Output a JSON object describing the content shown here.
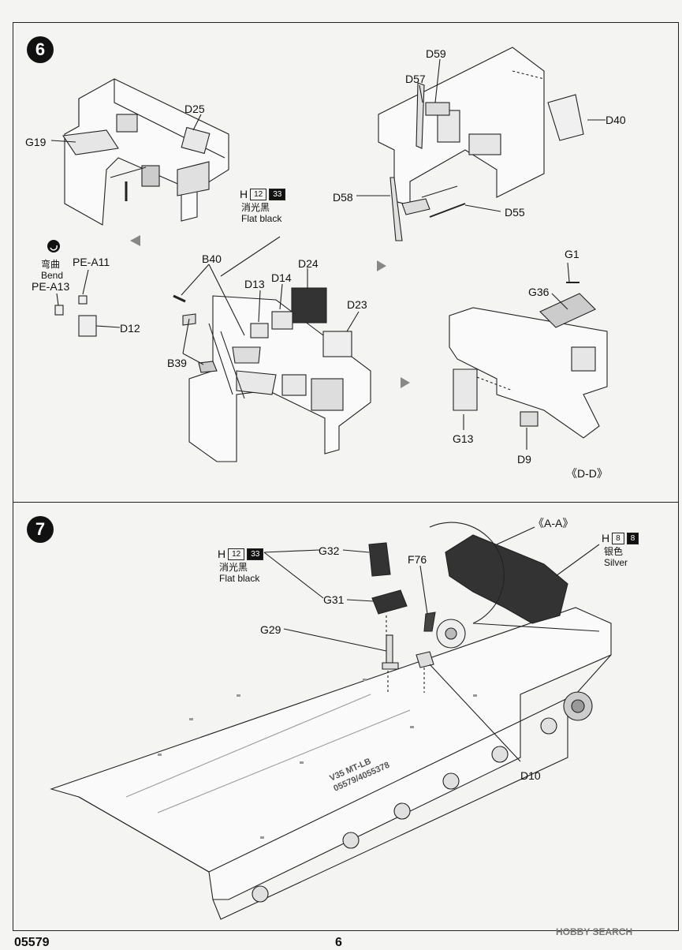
{
  "footer": {
    "code": "05579",
    "page": "6",
    "watermark": "HOBBY SEARCH"
  },
  "step6": {
    "number": "6",
    "labels": {
      "D25": "D25",
      "G19": "G19",
      "D59": "D59",
      "D57": "D57",
      "D40": "D40",
      "D58": "D58",
      "D55": "D55",
      "B40": "B40",
      "D24": "D24",
      "D13": "D13",
      "D14": "D14",
      "D23": "D23",
      "PE_A11": "PE-A11",
      "PE_A13": "PE-A13",
      "D12": "D12",
      "B39": "B39",
      "G1": "G1",
      "G36": "G36",
      "G13": "G13",
      "D9": "D9",
      "view": "《D-D》"
    },
    "bend": {
      "cn": "弯曲",
      "en": "Bend"
    },
    "paint": {
      "letter": "H",
      "code1": "12",
      "code2": "33",
      "cn": "消光黑",
      "en": "Flat black"
    }
  },
  "step7": {
    "number": "7",
    "labels": {
      "view": "《A-A》",
      "G32": "G32",
      "G31": "G31",
      "F76": "F76",
      "G29": "G29",
      "D10": "D10"
    },
    "paint_black": {
      "letter": "H",
      "code1": "12",
      "code2": "33",
      "cn": "消光黑",
      "en": "Flat black"
    },
    "paint_silver": {
      "letter": "H",
      "code1": "8",
      "code2": "8",
      "cn": "银色",
      "en": "Silver"
    },
    "hull_marking": {
      "line1": "V35 MT-LB",
      "line2": "05579/4055378"
    }
  }
}
